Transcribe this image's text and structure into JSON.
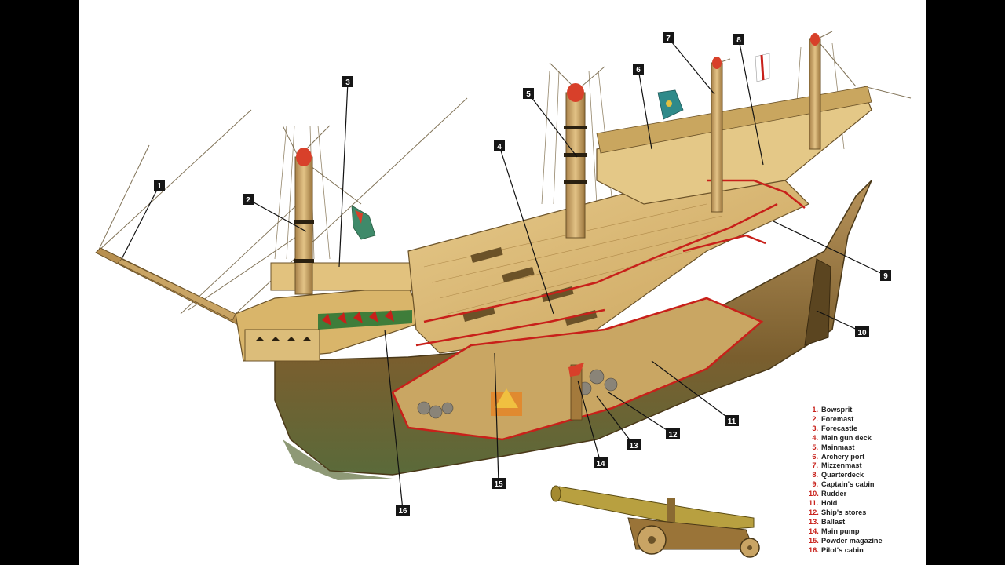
{
  "callouts": [
    "1",
    "2",
    "3",
    "4",
    "5",
    "6",
    "7",
    "8",
    "9",
    "10",
    "11",
    "12",
    "13",
    "14",
    "15",
    "16"
  ],
  "legend": [
    {
      "num": "1.",
      "label": "Bowsprit"
    },
    {
      "num": "2.",
      "label": "Foremast"
    },
    {
      "num": "3.",
      "label": "Forecastle"
    },
    {
      "num": "4.",
      "label": "Main gun deck"
    },
    {
      "num": "5.",
      "label": "Mainmast"
    },
    {
      "num": "6.",
      "label": "Archery port"
    },
    {
      "num": "7.",
      "label": "Mizzenmast"
    },
    {
      "num": "8.",
      "label": "Quarterdeck"
    },
    {
      "num": "9.",
      "label": "Captain's cabin"
    },
    {
      "num": "10.",
      "label": "Rudder"
    },
    {
      "num": "11.",
      "label": "Hold"
    },
    {
      "num": "12.",
      "label": "Ship's stores"
    },
    {
      "num": "13.",
      "label": "Ballast"
    },
    {
      "num": "14.",
      "label": "Main pump"
    },
    {
      "num": "15.",
      "label": "Powder magazine"
    },
    {
      "num": "16.",
      "label": "Pilot's cabin"
    }
  ],
  "colors": {
    "wood": "#d9b56a",
    "wood_dark": "#8a6a32",
    "hull": "#6b5228",
    "section_cut": "#c8201a",
    "callout_bg": "#161616",
    "background": "#ffffff",
    "letterbox": "#000000"
  }
}
